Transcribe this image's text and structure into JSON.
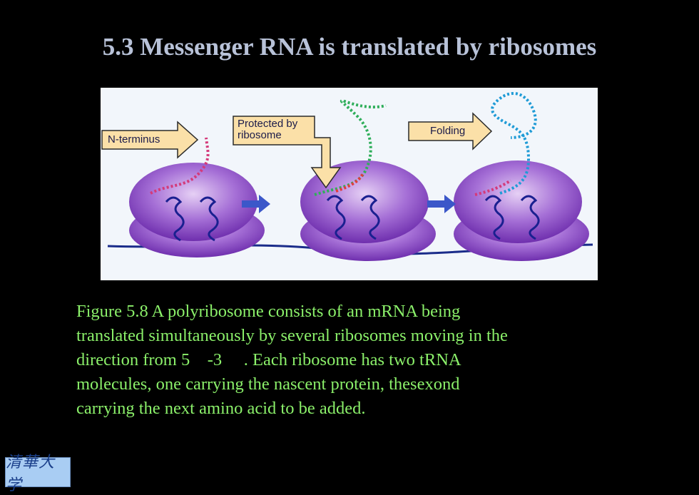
{
  "slide": {
    "title": "5.3 Messenger RNA is translated by ribosomes"
  },
  "figure": {
    "callouts": {
      "n_terminus": "N-terminus",
      "protected_line1": "Protected by",
      "protected_line2": "ribosome",
      "folding": "Folding"
    },
    "colors": {
      "ribosome": "#8e4fc4",
      "arrow": "#3b57c9",
      "callout_box": "#fbe0a8",
      "mrna": "#1a2c8a"
    }
  },
  "caption": {
    "lines": [
      "Figure 5.8 A polyribosome consists of an mRNA being",
      "translated simultaneously by several ribosomes moving in the",
      "direction from 5    -3     . Each ribosome has two tRNA",
      "molecules, one carrying the nascent protein, thesexond",
      "carrying the next amino acid to be added."
    ]
  },
  "logo": {
    "text": "清華大学"
  }
}
